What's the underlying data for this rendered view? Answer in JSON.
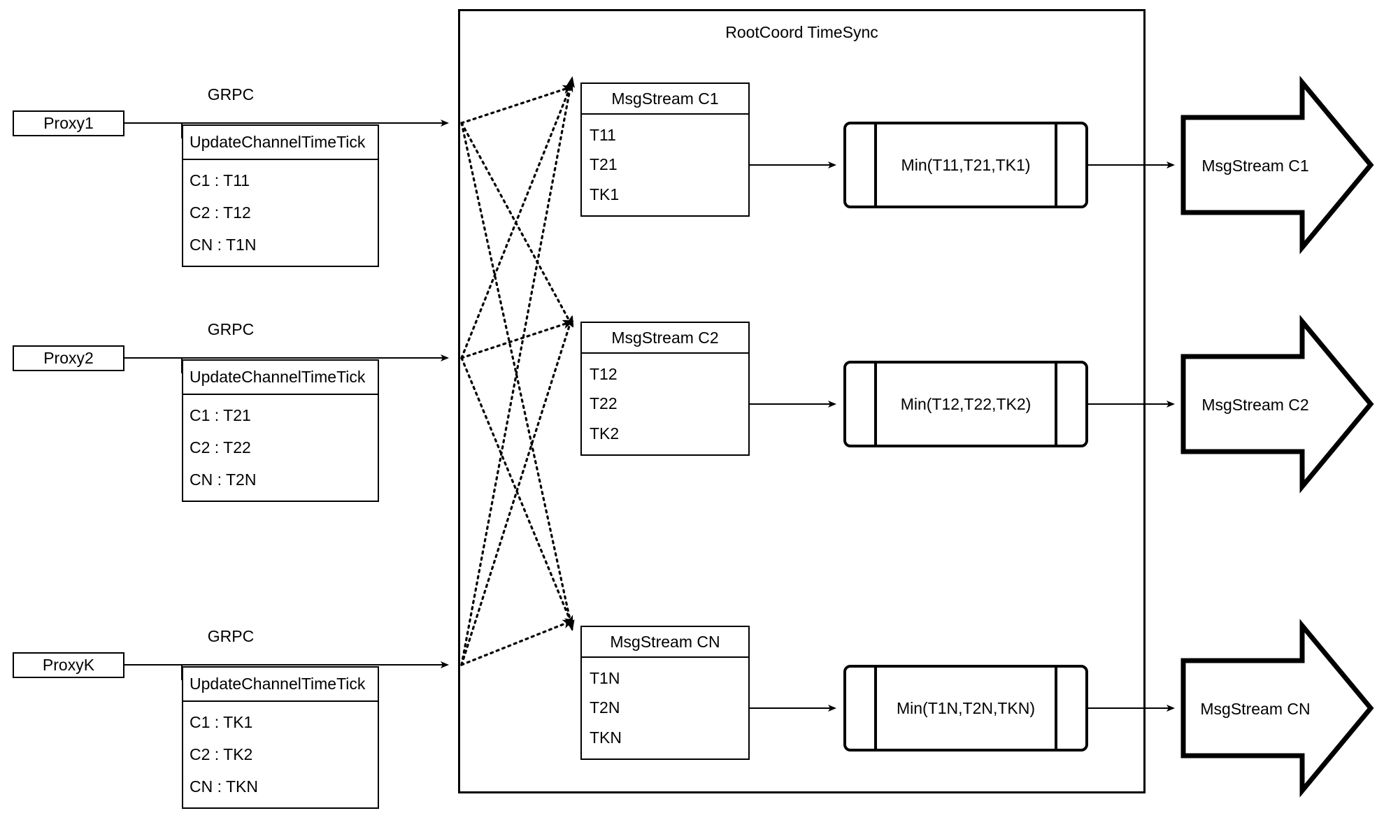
{
  "diagram": {
    "title": "RootCoord TimeSync",
    "container_label": "RootCoord TimeSync"
  },
  "proxies": [
    {
      "name": "Proxy1",
      "link_label": "GRPC",
      "request": {
        "header": "UpdateChannelTimeTick",
        "rows": [
          "C1 :  T11",
          "C2 :  T12",
          "CN : T1N"
        ]
      }
    },
    {
      "name": "Proxy2",
      "link_label": "GRPC",
      "request": {
        "header": "UpdateChannelTimeTick",
        "rows": [
          "C1 :  T21",
          "C2 :  T22",
          "CN : T2N"
        ]
      }
    },
    {
      "name": "ProxyK",
      "link_label": "GRPC",
      "request": {
        "header": "UpdateChannelTimeTick",
        "rows": [
          "C1 :  TK1",
          "C2 :  TK2",
          "CN : TKN"
        ]
      }
    }
  ],
  "channels": [
    {
      "stream": {
        "header": "MsgStream C1",
        "rows": [
          "T11",
          "T21",
          "TK1"
        ]
      },
      "process": "Min(T11,T21,TK1)",
      "output": "MsgStream C1"
    },
    {
      "stream": {
        "header": "MsgStream C2",
        "rows": [
          "T12",
          "T22",
          "TK2"
        ]
      },
      "process": "Min(T12,T22,TK2)",
      "output": "MsgStream C2"
    },
    {
      "stream": {
        "header": "MsgStream CN",
        "rows": [
          "T1N",
          "T2N",
          "TKN"
        ]
      },
      "process": "Min(T1N,T2N,TKN)",
      "output": "MsgStream CN"
    }
  ],
  "colors": {
    "stroke": "#000000",
    "background": "#ffffff"
  }
}
